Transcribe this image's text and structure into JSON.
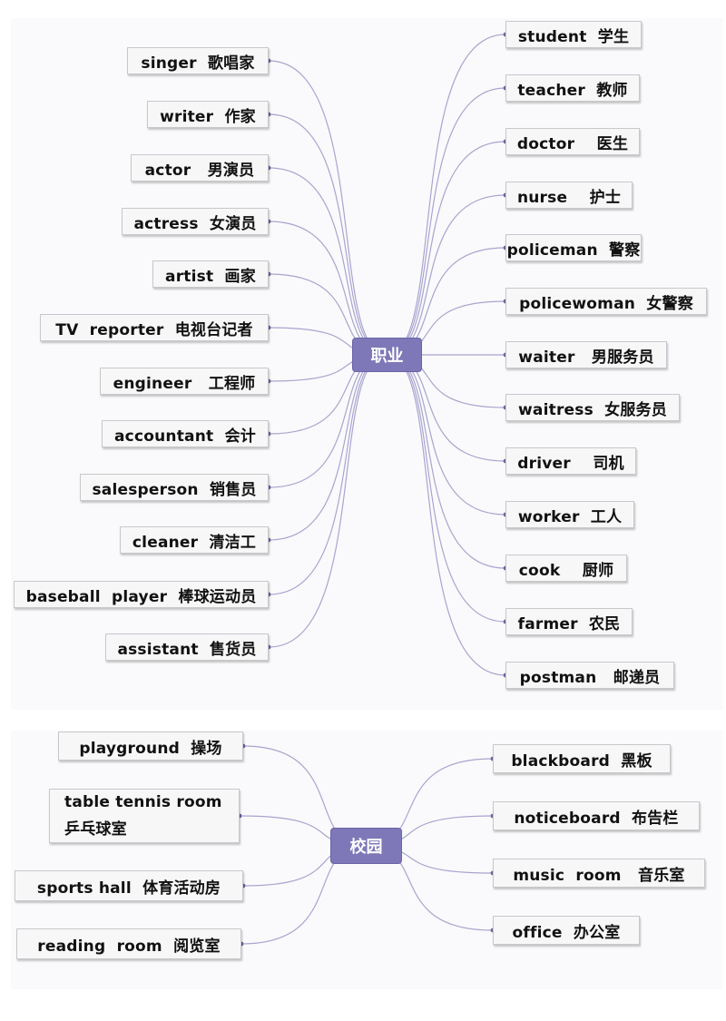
{
  "jobs": {
    "hub": "职业",
    "left": [
      "singer  歌唱家",
      "writer  作家",
      "actor   男演员",
      "actress  女演员",
      "artist  画家",
      "TV  reporter  电视台记者",
      "engineer   工程师",
      "accountant  会计",
      "salesperson  销售员",
      "cleaner  清洁工",
      "baseball  player  棒球运动员",
      "assistant  售货员"
    ],
    "right": [
      "student  学生",
      "teacher  教师",
      "doctor    医生",
      "nurse    护士",
      "policeman  警察",
      "policewoman  女警察",
      "waiter   男服务员",
      "waitress  女服务员",
      "driver    司机",
      "worker  工人",
      "cook    厨师",
      "farmer  农民",
      "postman   邮递员"
    ]
  },
  "campus": {
    "hub": "校园",
    "left": [
      {
        "lines": [
          "playground  操场"
        ]
      },
      {
        "lines": [
          "table tennis room",
          "乒乓球室"
        ]
      },
      {
        "lines": [
          "sports hall  体育活动房"
        ]
      },
      {
        "lines": [
          "reading  room  阅览室"
        ]
      }
    ],
    "right": [
      "blackboard  黑板",
      "noticeboard  布告栏",
      "music  room   音乐室",
      "office  办公室"
    ]
  },
  "colors": {
    "hub": "#7e78b8",
    "link": "#a8a4cf"
  }
}
